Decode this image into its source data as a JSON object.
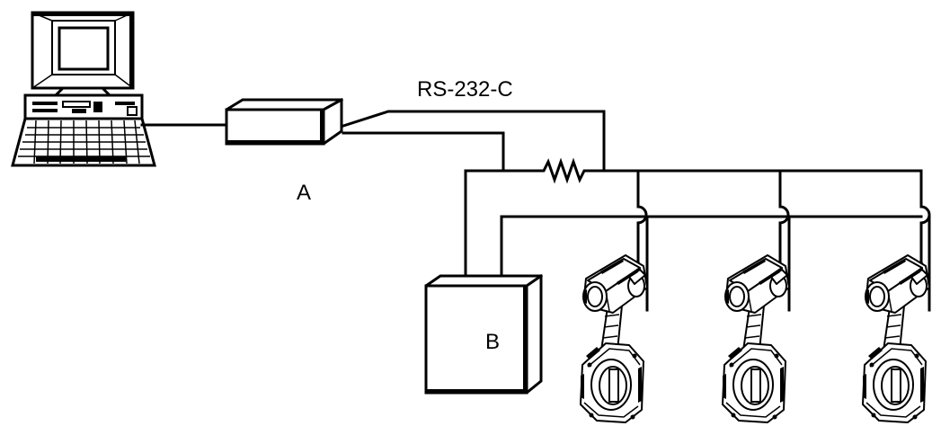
{
  "labels": {
    "interface": "RS-232-C",
    "converter": "A",
    "power_supply": "B"
  },
  "devices": {
    "computer": "computer-icon",
    "converter_box": "box-icon",
    "resistor": "resistor-icon",
    "flowmeters": [
      "flowmeter-icon",
      "flowmeter-icon",
      "flowmeter-icon"
    ]
  },
  "colors": {
    "line": "#000000",
    "background": "#ffffff"
  }
}
